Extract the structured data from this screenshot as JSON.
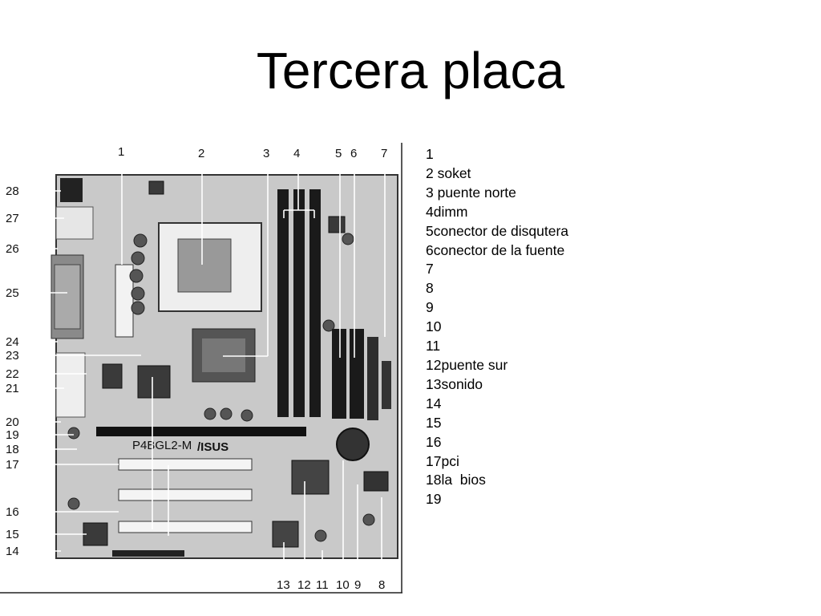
{
  "title": "Tercera placa",
  "diagram": {
    "top_callouts": [
      "1",
      "2",
      "3",
      "4",
      "5",
      "6",
      "7"
    ],
    "left_callouts": [
      "28",
      "27",
      "26",
      "25",
      "24",
      "23",
      "22",
      "21",
      "20",
      "19",
      "18",
      "17",
      "16",
      "15",
      "14"
    ],
    "bottom_callouts": [
      "13",
      "12",
      "11",
      "10",
      "9",
      "8"
    ],
    "board_marking": "P4BGL2-M",
    "brand_marking": "/ISUS"
  },
  "legend": [
    "1",
    "2 soket",
    "3 puente norte",
    "4dimm",
    "5conector de disqutera",
    "6conector de la fuente",
    "7",
    "8",
    "9",
    "10",
    "11",
    "12puente sur",
    "13sonido",
    "14",
    "15",
    "16",
    "17pci",
    "18la  bios",
    "19"
  ]
}
